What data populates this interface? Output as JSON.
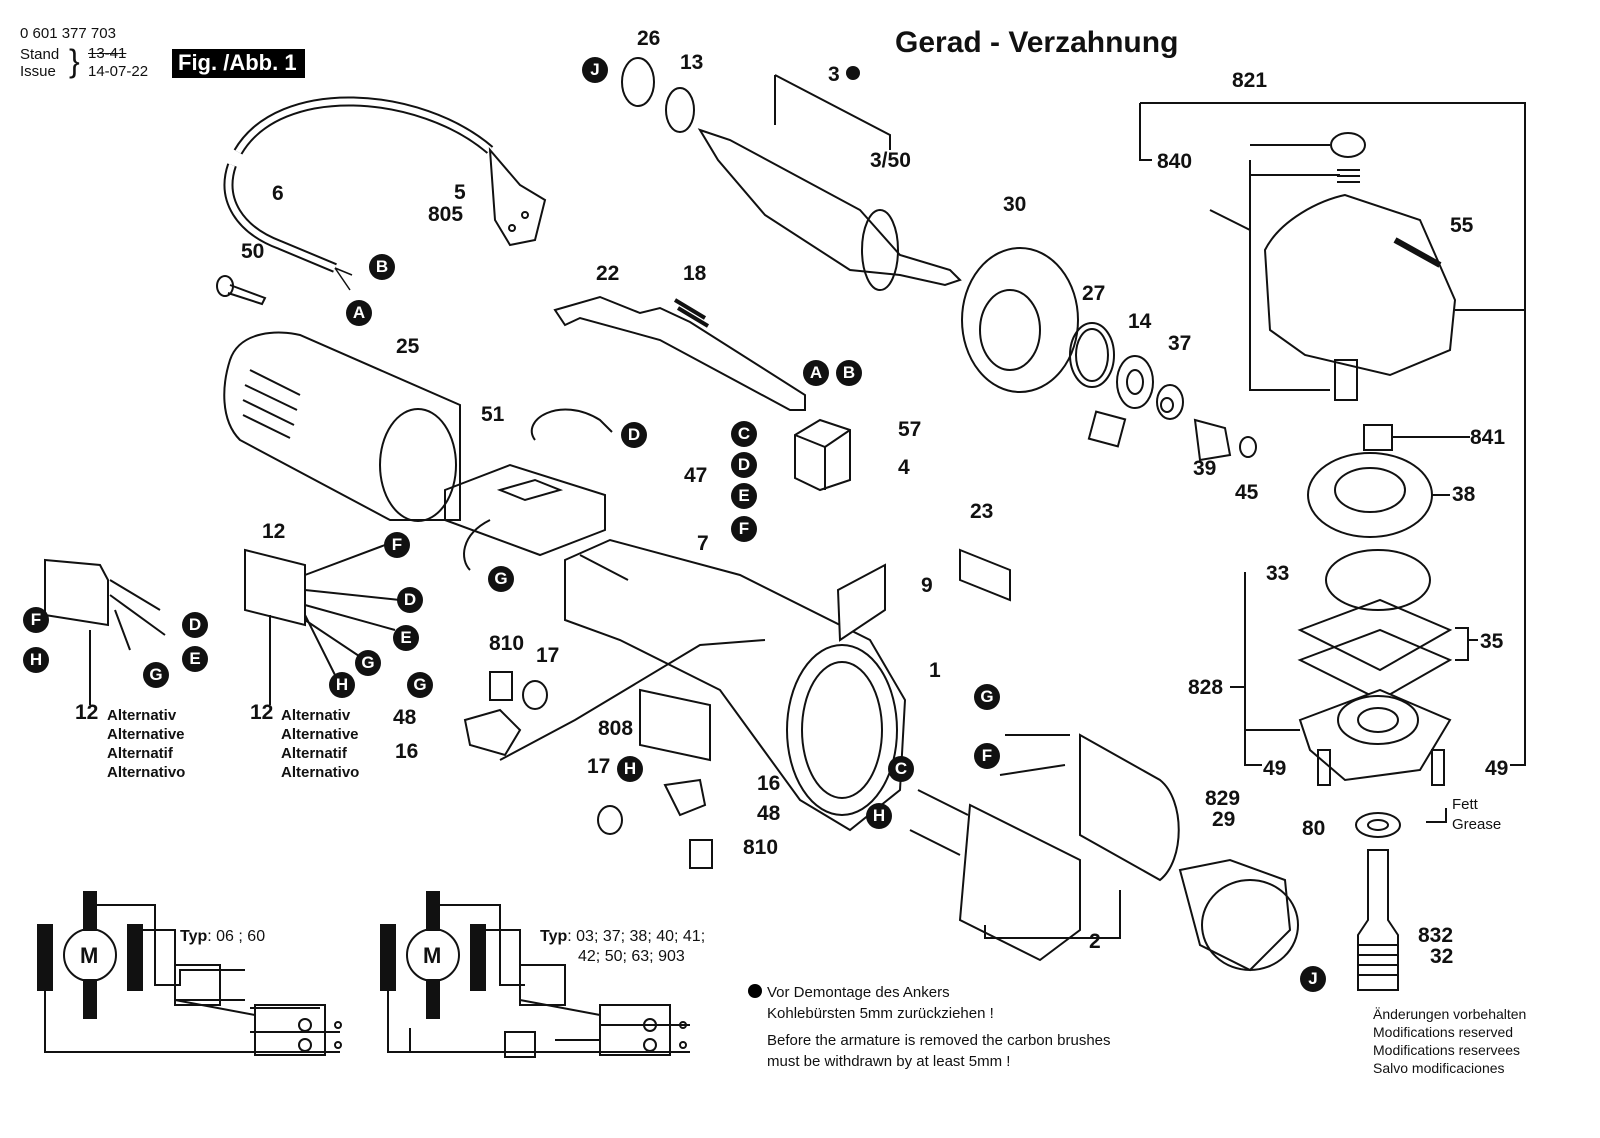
{
  "header": {
    "part_number": "0 601 377 703",
    "stand_label": "Stand",
    "issue_label": "Issue",
    "old_date": "13-41",
    "issue_date": "14-07-22",
    "figure_label": "Fig. /Abb. 1",
    "title": "Gerad - Verzahnung"
  },
  "part_labels": {
    "p26": "26",
    "p13": "13",
    "p3": "3",
    "p3_50": "3/50",
    "p821": "821",
    "p840": "840",
    "p55": "55",
    "p30": "30",
    "p27": "27",
    "p14": "14",
    "p37": "37",
    "p39": "39",
    "p45": "45",
    "p841": "841",
    "p38": "38",
    "p33": "33",
    "p35": "35",
    "p828": "828",
    "p49a": "49",
    "p49b": "49",
    "p80": "80",
    "p829": "829",
    "p29": "29",
    "p832": "832",
    "p32": "32",
    "p6": "6",
    "p5": "5",
    "p805": "805",
    "p50": "50",
    "p25": "25",
    "p51": "51",
    "p22": "22",
    "p18": "18",
    "p57": "57",
    "p4": "4",
    "p47": "47",
    "p7": "7",
    "p23": "23",
    "p9": "9",
    "p1": "1",
    "p2": "2",
    "p12a": "12",
    "p12b": "12",
    "p12c": "12",
    "p810a": "810",
    "p17a": "17",
    "p48a": "48",
    "p16a": "16",
    "p808": "808",
    "p17b": "17",
    "p16b": "16",
    "p48b": "48",
    "p810b": "810"
  },
  "connector_badges": {
    "J_top": "J",
    "B_cord": "B",
    "A_cord": "A",
    "D_51": "D",
    "A_sw": "A",
    "B_sw": "B",
    "C_sw": "C",
    "D_sw": "D",
    "E_sw": "E",
    "F_sw": "F",
    "F_12b": "F",
    "D_12b": "D",
    "E_12b": "E",
    "G_12b": "G",
    "H_12b": "H",
    "G_51": "G",
    "F_12a": "F",
    "D_12a": "D",
    "H_12a": "H",
    "E_12a": "E",
    "G_12a": "G",
    "G_brush": "G",
    "H_brush": "H",
    "G_field": "G",
    "F_field": "F",
    "C_field": "C",
    "H_field": "H",
    "J_bottom": "J"
  },
  "alternatives": [
    "Alternativ",
    "Alternative",
    "Alternatif",
    "Alternativo"
  ],
  "wiring": {
    "motor_label": "M",
    "typ_label": "Typ",
    "typ_left": ": 06 ; 60",
    "typ_right_line1": ": 03; 37; 38; 40; 41;",
    "typ_right_line2": "42; 50; 63; 903"
  },
  "grease": {
    "de": "Fett",
    "en": "Grease"
  },
  "note": {
    "de_line1": "Vor Demontage des Ankers",
    "de_line2": "Kohlebürsten 5mm zurückziehen !",
    "en_line1": "Before the armature is removed the carbon brushes",
    "en_line2": "must be withdrawn by at least 5mm !"
  },
  "modifications": [
    "Änderungen vorbehalten",
    "Modifications reserved",
    "Modifications reservees",
    "Salvo modificaciones"
  ]
}
